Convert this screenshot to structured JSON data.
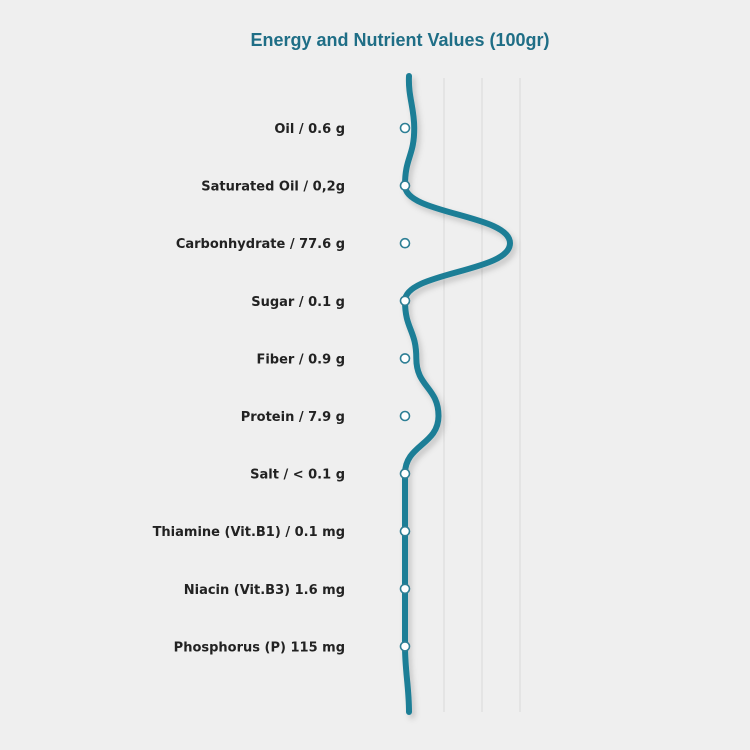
{
  "chart_data": {
    "type": "line",
    "title": "Energy and Nutrient Values (100gr)",
    "xlabel": "",
    "ylabel": "",
    "categories": [
      "Oil / 0.6 g",
      "Saturated Oil / 0,2g",
      "Carbonhydrate / 77.6 g",
      "Sugar / 0.1 g",
      "Fiber / 0.9 g",
      "Protein / 7.9 g",
      "Salt / < 0.1 g",
      "Thiamine (Vit.B1) / 0.1 mg",
      "Niacin (Vit.B3) 1.6 mg",
      "Phosphorus (P) 115 mg"
    ],
    "series": [
      {
        "values": [
          0.6,
          0.2,
          77.6,
          0.1,
          0.9,
          7.9,
          0.1,
          0.1,
          1.6,
          115
        ]
      }
    ],
    "orientation": "vertical-category-axis",
    "grid": true,
    "colors": {
      "line": "#1f7e96",
      "marker_stroke": "#2e7f95",
      "marker_fill": "#ffffff",
      "title": "#1f6e86",
      "label": "#222222",
      "grid": "#dcdcdc",
      "background": "#efefef"
    }
  }
}
